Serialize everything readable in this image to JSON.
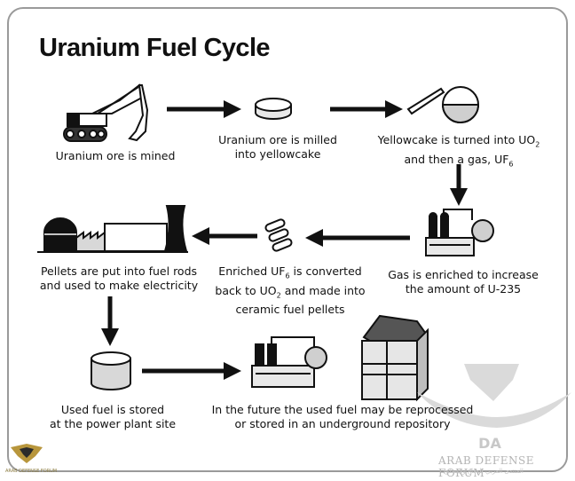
{
  "title": "Uranium Fuel Cycle",
  "steps": [
    {
      "id": "mine",
      "lines": [
        "Uranium ore is mined"
      ]
    },
    {
      "id": "mill",
      "lines": [
        "Uranium ore is milled",
        "into yellowcake"
      ]
    },
    {
      "id": "convert",
      "lines": [
        "Yellowcake is turned into UO",
        "and then a gas, UF"
      ]
    },
    {
      "id": "enrich",
      "lines": [
        "Gas is enriched to increase",
        "the amount of U-235"
      ]
    },
    {
      "id": "pellet",
      "lines": [
        "Enriched UF",
        "is converted",
        "back to UO",
        "and made into",
        "ceramic fuel pellets"
      ]
    },
    {
      "id": "rods",
      "lines": [
        "Pellets are put into fuel rods",
        "and used to make electricity"
      ]
    },
    {
      "id": "store",
      "lines": [
        "Used fuel is stored",
        "at the power plant site"
      ]
    },
    {
      "id": "future",
      "lines": [
        "In the future the used fuel may be reprocessed",
        "or stored in an underground repository"
      ]
    }
  ],
  "subscripts": {
    "uo2": "2",
    "uf6": "6"
  },
  "watermark": {
    "name": "ARAB DEFENSE FORUM",
    "initials": "DA",
    "subtitle": "المنتدى العربي للدفاع والتسليح",
    "logo_text": "ARAB DEFENSE FORUM"
  },
  "colors": {
    "ink": "#111111",
    "light_gray": "#e6e6e6",
    "mid_gray": "#bdbdbd",
    "frame": "#9a9a9a",
    "watermark": "#cfcfcf"
  }
}
